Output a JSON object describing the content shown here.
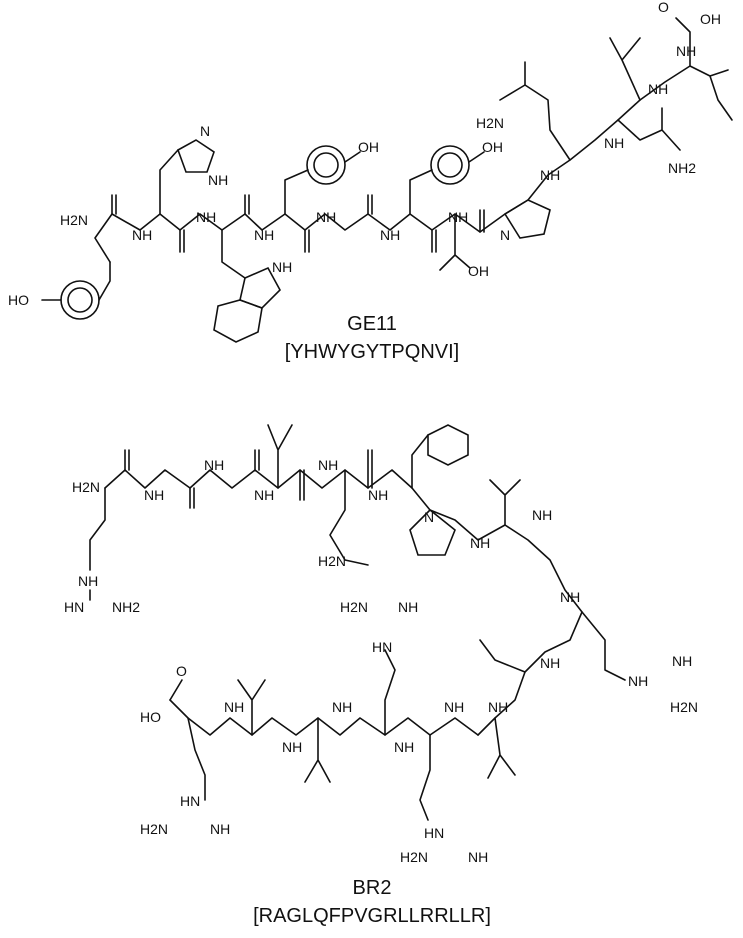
{
  "peptides": [
    {
      "name": "GE11",
      "sequence": "[YHWYGYTPQNVI]"
    },
    {
      "name": "BR2",
      "sequence": "[RAGLQFPVGRLLRRLLR]"
    }
  ],
  "atom_labels": {
    "h2n": "H2N",
    "nh": "NH",
    "nh2": "NH2",
    "hn": "HN",
    "n": "N",
    "o": "O",
    "oh": "OH",
    "ho": "HO",
    "n_h": "H",
    "oh_acid": "OH"
  },
  "colors": {
    "ink": "#111111",
    "background": "#ffffff"
  }
}
